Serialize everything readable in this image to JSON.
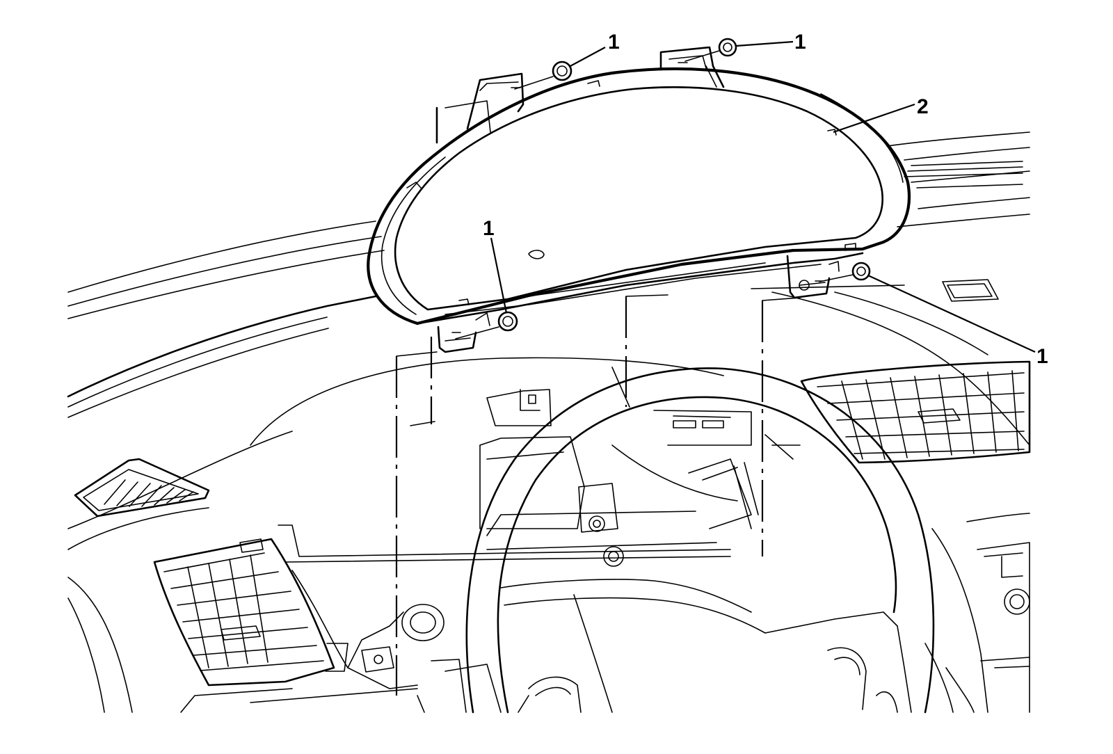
{
  "callouts": {
    "fastener_top_left": "1",
    "fastener_top_right": "1",
    "fastener_bottom_left": "1",
    "fastener_bottom_right": "1",
    "cluster": "2"
  }
}
